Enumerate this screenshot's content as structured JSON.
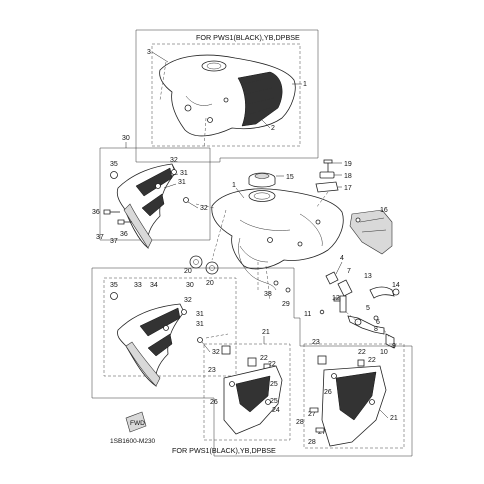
{
  "captions": {
    "top_group": "FOR PWS1(BLACK),YB,DPBSE",
    "bottom_group": "FOR PWS1(BLACK),YB,DPBSE",
    "diagram_code": "1SB1600-M230",
    "fwd_marker": "FWD"
  },
  "callouts": [
    {
      "id": "top-1",
      "text": "1"
    },
    {
      "id": "top-2",
      "text": "2"
    },
    {
      "id": "top-3",
      "text": "3"
    },
    {
      "id": "tank-1",
      "text": "1"
    },
    {
      "id": "l30a",
      "text": "30"
    },
    {
      "id": "l35a",
      "text": "35"
    },
    {
      "id": "l32a",
      "text": "32"
    },
    {
      "id": "l31a",
      "text": "31"
    },
    {
      "id": "l31b",
      "text": "31"
    },
    {
      "id": "l32b",
      "text": "32"
    },
    {
      "id": "l36a",
      "text": "36"
    },
    {
      "id": "l36b",
      "text": "36"
    },
    {
      "id": "l37a",
      "text": "37"
    },
    {
      "id": "l37b",
      "text": "37"
    },
    {
      "id": "l15",
      "text": "15"
    },
    {
      "id": "l19",
      "text": "19"
    },
    {
      "id": "l18",
      "text": "18"
    },
    {
      "id": "l17",
      "text": "17"
    },
    {
      "id": "l16",
      "text": "16"
    },
    {
      "id": "l20a",
      "text": "20"
    },
    {
      "id": "l20b",
      "text": "20"
    },
    {
      "id": "l38",
      "text": "38"
    },
    {
      "id": "l29",
      "text": "29"
    },
    {
      "id": "l4",
      "text": "4"
    },
    {
      "id": "l7",
      "text": "7"
    },
    {
      "id": "l13",
      "text": "13"
    },
    {
      "id": "l14",
      "text": "14"
    },
    {
      "id": "l12",
      "text": "12"
    },
    {
      "id": "l11",
      "text": "11"
    },
    {
      "id": "l5",
      "text": "5"
    },
    {
      "id": "l6",
      "text": "6"
    },
    {
      "id": "l8",
      "text": "8"
    },
    {
      "id": "l9",
      "text": "9"
    },
    {
      "id": "l10",
      "text": "10"
    },
    {
      "id": "l35b",
      "text": "35"
    },
    {
      "id": "l33",
      "text": "33"
    },
    {
      "id": "l34",
      "text": "34"
    },
    {
      "id": "l30b",
      "text": "30"
    },
    {
      "id": "l32c",
      "text": "32"
    },
    {
      "id": "l31c",
      "text": "31"
    },
    {
      "id": "l31d",
      "text": "31"
    },
    {
      "id": "l32d",
      "text": "32"
    },
    {
      "id": "l21a",
      "text": "21"
    },
    {
      "id": "l22a",
      "text": "22"
    },
    {
      "id": "l23a",
      "text": "23"
    },
    {
      "id": "l22b",
      "text": "22"
    },
    {
      "id": "l25a",
      "text": "25"
    },
    {
      "id": "l26a",
      "text": "26"
    },
    {
      "id": "l25b",
      "text": "25"
    },
    {
      "id": "l24",
      "text": "24"
    },
    {
      "id": "l23b",
      "text": "23"
    },
    {
      "id": "l22c",
      "text": "22"
    },
    {
      "id": "l22d",
      "text": "22"
    },
    {
      "id": "l26b",
      "text": "26"
    },
    {
      "id": "l27a",
      "text": "27"
    },
    {
      "id": "l27b",
      "text": "27"
    },
    {
      "id": "l28a",
      "text": "28"
    },
    {
      "id": "l28b",
      "text": "28"
    },
    {
      "id": "l21b",
      "text": "21"
    }
  ]
}
